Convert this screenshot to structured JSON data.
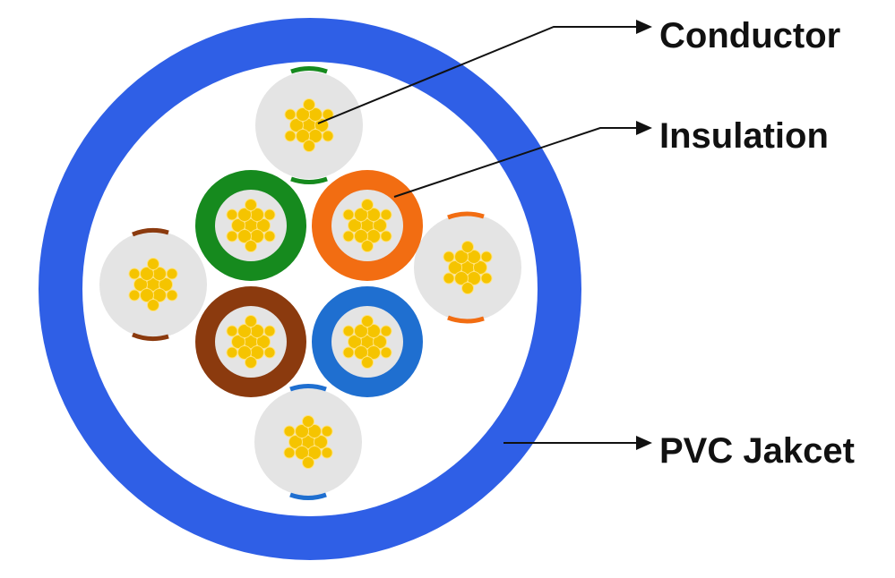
{
  "labels": {
    "conductor": "Conductor",
    "insulation": "Insulation",
    "jacket": "PVC Jakcet"
  },
  "colors": {
    "jacket": "#2f5fe6",
    "jacket_inner": "#ffffff",
    "filler": "#e4e4e4",
    "conductor": "#f5c400",
    "conductor_highlight": "#ffe27a",
    "wire_green": "#168a1e",
    "wire_orange": "#f26d12",
    "wire_brown": "#8b3a0e",
    "wire_blue": "#1f6fd0",
    "leader": "#111111"
  },
  "wires": {
    "insulated": [
      "green",
      "orange",
      "brown",
      "blue"
    ],
    "filler_marks": [
      "green",
      "orange",
      "brown",
      "blue"
    ]
  }
}
